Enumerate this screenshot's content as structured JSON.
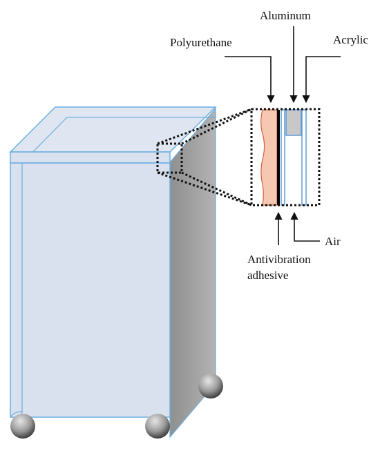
{
  "labels": {
    "polyurethane": "Polyurethane",
    "aluminum": "Aluminum",
    "acrylic": "Acrylic",
    "air": "Air",
    "antivibration_line1": "Antivibration",
    "antivibration_line2": "adhesive"
  },
  "colors": {
    "enclosure_face": "#d9e1ee",
    "enclosure_top": "#dfe6f1",
    "enclosure_edge": "#6aaee0",
    "side_shadow": "#a9a9a9",
    "polyurethane_fill": "#f6c7b1",
    "polyurethane_edge": "#d1603d",
    "adhesive": "#000000",
    "aluminum_fill": "#c8c8c8",
    "layer_edge": "#5b9bd5",
    "wheel_light": "#e6e6e6",
    "wheel_dark": "#2f2f2f"
  },
  "icons": {
    "wheels": "caster-wheel-icon",
    "callout_arrows": "arrow-down-icon",
    "pointer_arrows": "arrow-up-icon"
  }
}
